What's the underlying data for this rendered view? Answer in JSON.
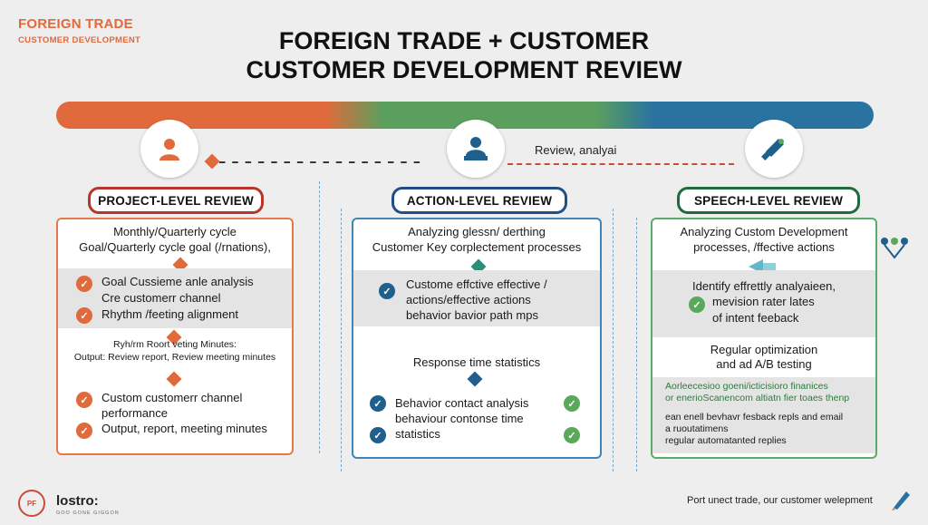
{
  "brand": {
    "title": "FOREIGN TRADE",
    "subtitle": "CUSTOMER DEVELOPMENT"
  },
  "header": {
    "line1": "FOREIGN TRADE + CUSTOMER",
    "line2": "CUSTOMER DEVELOPMENT REVIEW"
  },
  "connector": {
    "dots": "▬ ▬ ▬ ▬ ▬ ▬ ▬ ▬ ▬ ▬ ▬ ▬ ▬ ▬ ▬ ▬",
    "note": "Review, analyai"
  },
  "icons": {
    "project": "person-icon",
    "action": "user-desk-icon",
    "speech": "megaphone-icon"
  },
  "colors": {
    "orange": "#e06a3c",
    "green": "#5b9f5e",
    "blue": "#2a73a0"
  },
  "project": {
    "label": "PROJECT-LEVEL REVIEW",
    "head1": "Monthly/Quarterly cycle",
    "head2": "Goal/Quarterly cycle goal (/rnations),",
    "items1": [
      "Goal Cussieme anle analysis",
      "Cre customerr channel",
      "Rhythm /feeting alignment"
    ],
    "mid1": "Ryh/rm Roort  veting Minutes:",
    "mid2": "Output: Review report,  Review meeting minutes",
    "items2": [
      "Custom customerr channel",
      "performance",
      "Output, report, meeting minutes"
    ]
  },
  "action": {
    "label": "ACTION-LEVEL REVIEW",
    "head1": "Analyzing glessn/ derthing",
    "head2": "Customer Key corplectement processes",
    "items1": [
      "Custome effctive effective  /",
      "actions/effective actions",
      "behavior bavior path mps"
    ],
    "mid": "Response time  statistics",
    "items2": [
      "Behavior contact analysis",
      "behaviour contonse time",
      "statistics"
    ]
  },
  "speech": {
    "label": "SPEECH-LEVEL REVIEW",
    "head1": "Analyzing Custom Development",
    "head2": "processes, /ffective actions",
    "items1": [
      "Identify effrettly analyaieen,",
      "mevision rater lates",
      "of intent feeback"
    ],
    "mid1": "Regular optimization",
    "mid2": "and ad A/B testing",
    "small1": "Aorleecesioo goeni/icticisioro finanices",
    "small2": "or enerioScanencom altiatn fier toaes thenp",
    "small3": "ean enell  bevhavr fesback  repls and email",
    "small4": "a ruoutatimens",
    "small5": "regular automatanted replies"
  },
  "footer": {
    "logo": "PF",
    "name": "lostro:",
    "sub": "GOO GONE GIGGON",
    "right": "Port unect trade, our customer welepment"
  }
}
